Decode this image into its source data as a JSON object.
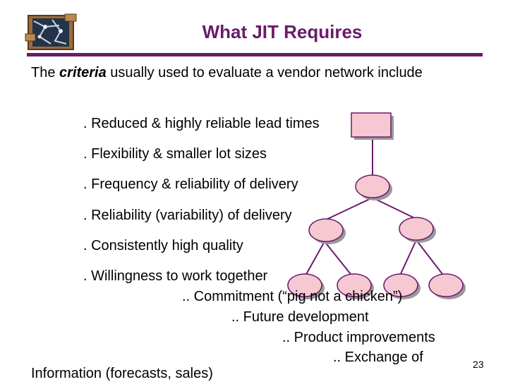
{
  "slide": {
    "title": "What JIT Requires",
    "intro_pre": "The ",
    "intro_em": "criteria",
    "intro_post": " usually used to evaluate a vendor network include",
    "items": [
      ". Reduced & highly reliable lead times",
      ". Flexibility & smaller lot sizes",
      ". Frequency & reliability of delivery",
      ". Reliability (variability) of delivery",
      ". Consistently high quality",
      ". Willingness to work together"
    ],
    "subitems": [
      ".. Commitment (“pig not a chicken”)",
      ".. Future development",
      ".. Product improvements",
      ".. Exchange of"
    ],
    "cutoff_line": "Information (forecasts, sales)",
    "page_number": "23"
  },
  "colors": {
    "title": "#6a1b6a",
    "node_fill": "#f6c8d2",
    "node_stroke": "#6a1b6a"
  }
}
